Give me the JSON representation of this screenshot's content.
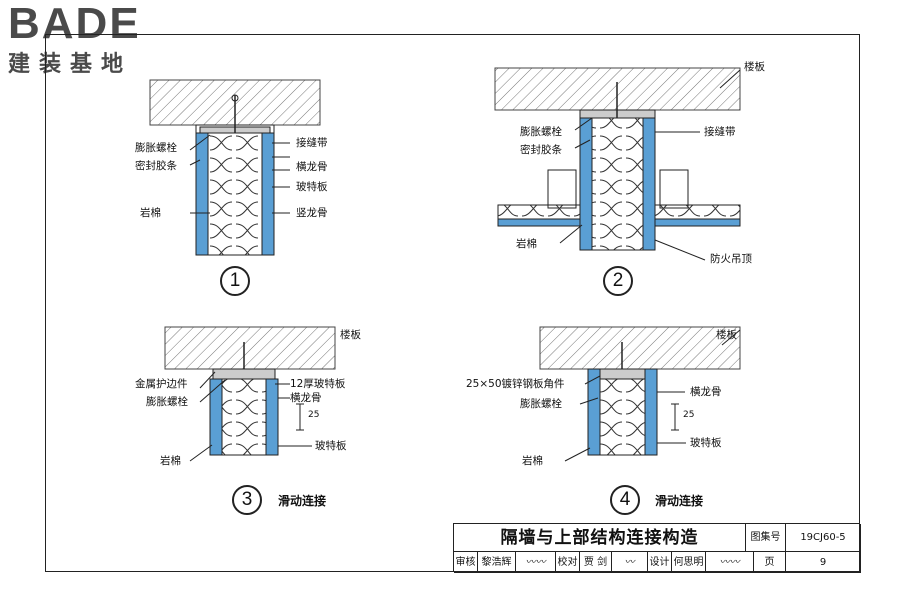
{
  "logo": {
    "en": "BADE",
    "cn": "建装基地"
  },
  "details": [
    {
      "number": "1",
      "caption": "",
      "labels": {
        "tape": "接缝带",
        "bolt": "膨胀螺栓",
        "seal": "密封胶条",
        "runner": "横龙骨",
        "board": "玻特板",
        "wool": "岩棉",
        "stud": "竖龙骨"
      }
    },
    {
      "number": "2",
      "caption": "",
      "labels": {
        "slab": "楼板",
        "bolt": "膨胀螺栓",
        "tape": "接缝带",
        "seal": "密封胶条",
        "wool": "岩棉",
        "ceiling": "防火吊顶"
      }
    },
    {
      "number": "3",
      "caption": "滑动连接",
      "labels": {
        "slab": "楼板",
        "edge": "金属护边件",
        "board12": "12厚玻特板",
        "bolt": "膨胀螺栓",
        "runner": "横龙骨",
        "dim": "25",
        "board": "玻特板",
        "wool": "岩棉"
      }
    },
    {
      "number": "4",
      "caption": "滑动连接",
      "labels": {
        "slab": "楼板",
        "angle": "25×50镀锌钢板角件",
        "runner": "横龙骨",
        "bolt": "膨胀螺栓",
        "dim": "25",
        "board": "玻特板",
        "wool": "岩棉"
      }
    }
  ],
  "title_block": {
    "title": "隔墙与上部结构连接构造",
    "atlas_label": "图集号",
    "atlas_no": "19CJ60-5",
    "review_label": "审核",
    "reviewer": "黎浩辉",
    "check_label": "校对",
    "checker": "贾 剑",
    "design_label": "设计",
    "designer": "何思明",
    "page_label": "页",
    "page": "9"
  },
  "colors": {
    "board": "#5a9fd4",
    "hatch": "#666666",
    "line": "#222222"
  }
}
